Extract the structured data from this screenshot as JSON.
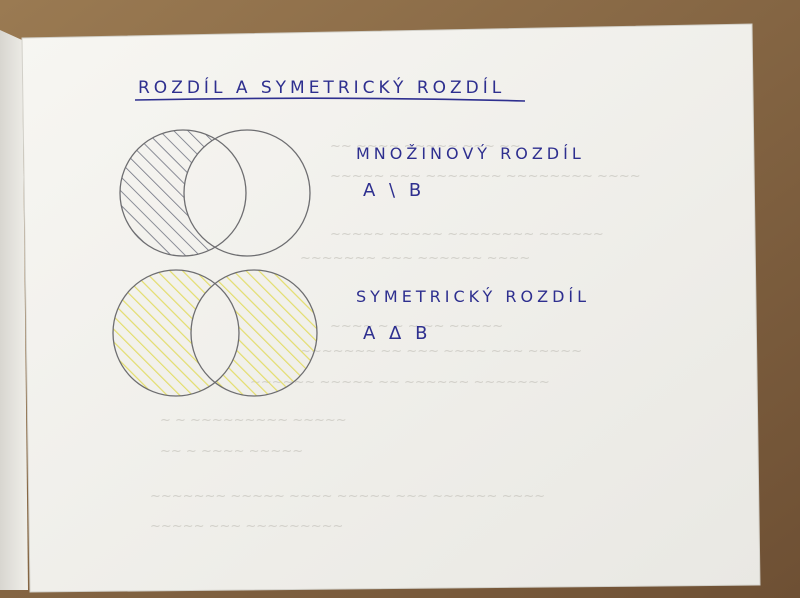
{
  "heading": "ROZDÍL A SYMETRICKÝ ROZDÍL",
  "sections": [
    {
      "name": "MNOŽINOVÝ ROZDÍL",
      "notation": "A \\ B",
      "hatch_color": "#7c7c86"
    },
    {
      "name": "SYMETRICKÝ ROZDÍL",
      "notation": "A Δ B",
      "hatch_color": "#e6e07a"
    }
  ],
  "colors": {
    "ink": "#2e2f8f",
    "paper": "#f3f2ee",
    "desk": "#8a6a44"
  }
}
